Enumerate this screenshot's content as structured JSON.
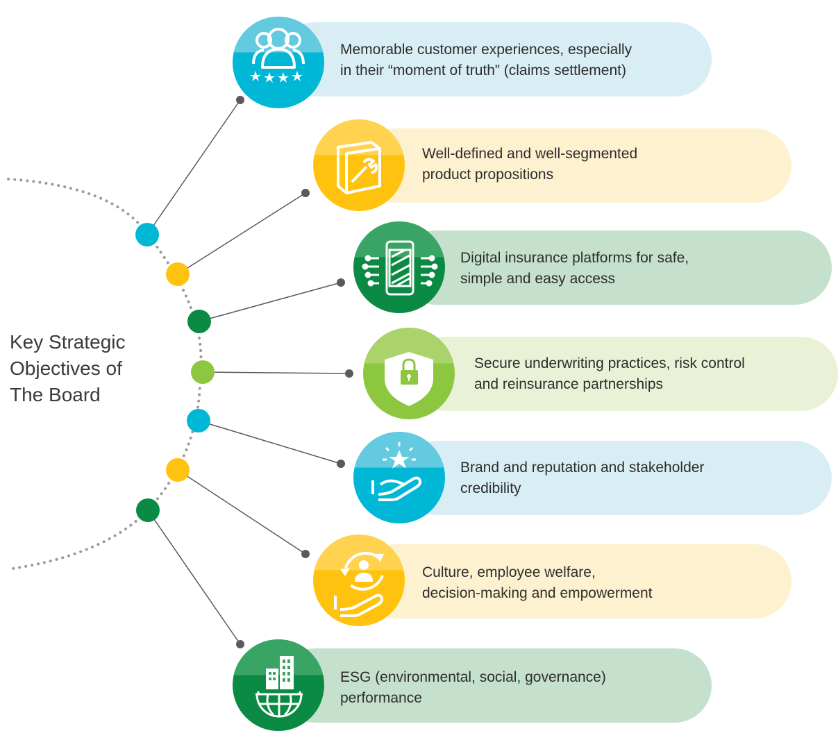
{
  "title": {
    "line1": "Key Strategic",
    "line2": "Objectives of",
    "line3": "The Board"
  },
  "colors": {
    "cyan": "#00B7D6",
    "cyan_light": "#63CAE0",
    "cyan_bg": "#D8EEF4",
    "yellow": "#FFC20E",
    "yellow_light": "#FFD24F",
    "yellow_bg": "#FEF1CF",
    "green_dark": "#0A8A43",
    "green_dark_light": "#3AA464",
    "green_dark_bg": "#C5E0CD",
    "green_light": "#8DC63F",
    "green_light_light": "#AAD36B",
    "green_light_bg": "#E9F2D6",
    "connector": "#5A5A5A"
  },
  "objectives": [
    {
      "icon": "customers-rating-icon",
      "color": "cyan",
      "line1": "Memorable customer experiences, especially",
      "line2": "in their “moment of truth” (claims settlement)"
    },
    {
      "icon": "product-tool-icon",
      "color": "yellow",
      "line1": "Well-defined and well-segmented",
      "line2": "product propositions"
    },
    {
      "icon": "digital-phone-icon",
      "color": "green_dark",
      "line1": "Digital insurance platforms for safe,",
      "line2": "simple and easy access"
    },
    {
      "icon": "secure-shield-icon",
      "color": "green_light",
      "line1": "Secure underwriting practices, risk control",
      "line2": "and reinsurance partnerships"
    },
    {
      "icon": "brand-star-hand-icon",
      "color": "cyan",
      "line1": "Brand and reputation and stakeholder",
      "line2": "credibility"
    },
    {
      "icon": "employee-cycle-icon",
      "color": "yellow",
      "line1": "Culture, employee welfare,",
      "line2": "decision-making and empowerment"
    },
    {
      "icon": "esg-globe-icon",
      "color": "green_dark",
      "line1": "ESG (environmental, social, governance)",
      "line2": "performance"
    }
  ]
}
